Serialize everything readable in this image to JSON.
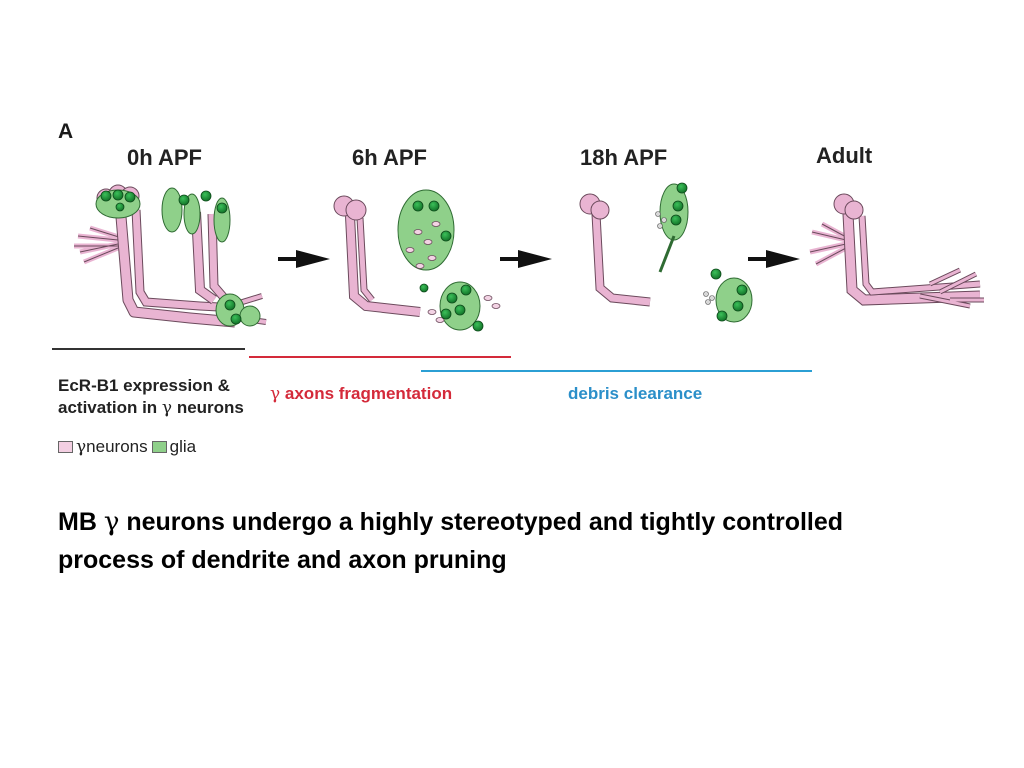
{
  "figure": {
    "panel_label": "A",
    "stages": [
      "0h APF",
      "6h APF",
      "18h APF",
      "Adult"
    ],
    "phases": {
      "ecr_line1": "EcR-B1 expression &",
      "ecr_line2_prefix": "activation in ",
      "gamma": "γ",
      "ecr_line2_suffix": " neurons",
      "axons_gamma": "γ",
      "axons_text": " axons fragmentation",
      "debris": "debris clearance"
    },
    "legend": {
      "neurons_gamma": "γ",
      "neurons_label": " neurons",
      "glia_label": "glia"
    },
    "colors": {
      "neuron": "#e9b4d2",
      "neuron_stroke": "#6b4a5c",
      "glia": "#8fd08a",
      "glia_nucleus": "#1f9a3a",
      "red_line": "#d42a3a",
      "blue_line": "#2b9fd4",
      "black_line": "#333333"
    }
  },
  "caption": {
    "line1_prefix": "MB ",
    "gamma": "γ",
    "line1_suffix": " neurons undergo a highly stereotyped and tightly controlled",
    "line2": "process of dendrite and axon pruning"
  }
}
